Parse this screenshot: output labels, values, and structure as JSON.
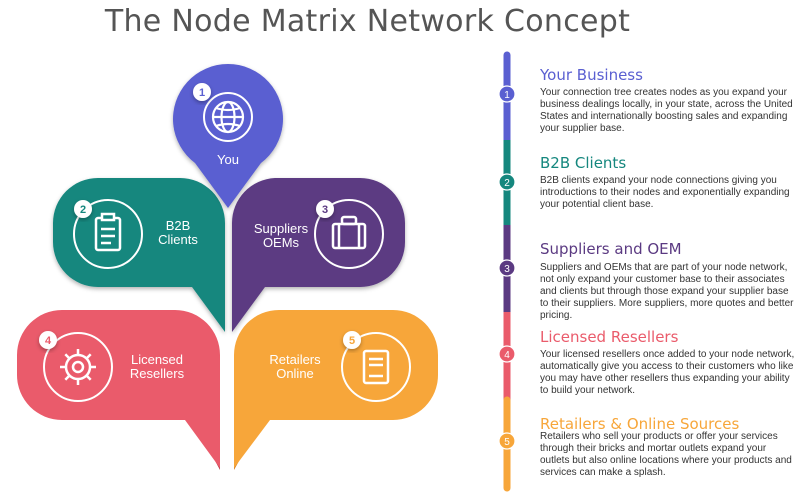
{
  "title": "The Node Matrix Network Concept",
  "colors": {
    "blue": "#5a5fd1",
    "teal": "#15877e",
    "purple": "#5b3a82",
    "red": "#ea5b6b",
    "orange": "#f7a63a",
    "dark_red": "#b93c48",
    "dark_orange": "#d67f22"
  },
  "nodes": [
    {
      "number": "1",
      "label": "You",
      "icon": "globe-icon"
    },
    {
      "number": "2",
      "label_line1": "B2B",
      "label_line2": "Clients",
      "icon": "clipboard-icon"
    },
    {
      "number": "3",
      "label_line1": "Suppliers",
      "label_line2": "OEMs",
      "icon": "briefcase-icon"
    },
    {
      "number": "4",
      "label_line1": "Licensed",
      "label_line2": "Resellers",
      "icon": "gear-icon"
    },
    {
      "number": "5",
      "label_line1": "Retailers",
      "label_line2": "Online",
      "icon": "book-icon"
    }
  ],
  "steps": [
    {
      "number": "1",
      "title": "Your Business",
      "description": "Your connection tree creates nodes as you expand your business dealings locally, in your state, across the United States and internationally boosting sales and expanding your supplier base."
    },
    {
      "number": "2",
      "title": "B2B Clients",
      "description": "B2B clients expand your node connections giving you introductions to their nodes and exponentially expanding your potential client base."
    },
    {
      "number": "3",
      "title": "Suppliers and OEM",
      "description": "Suppliers and OEMs that are part of your node network, not only expand your customer base to their associates and clients but through those expand your supplier base to their suppliers. More suppliers, more quotes and better pricing."
    },
    {
      "number": "4",
      "title": "Licensed Resellers",
      "description": "Your licensed resellers once added to your node network, automatically give you access to their customers who like you may have other resellers thus expanding your ability to build your network."
    },
    {
      "number": "5",
      "title": "Retailers & Online Sources",
      "description": "Retailers who sell your products or offer your services through their bricks and mortar outlets expand your outlets but also online locations where your products and services can make a splash."
    }
  ]
}
